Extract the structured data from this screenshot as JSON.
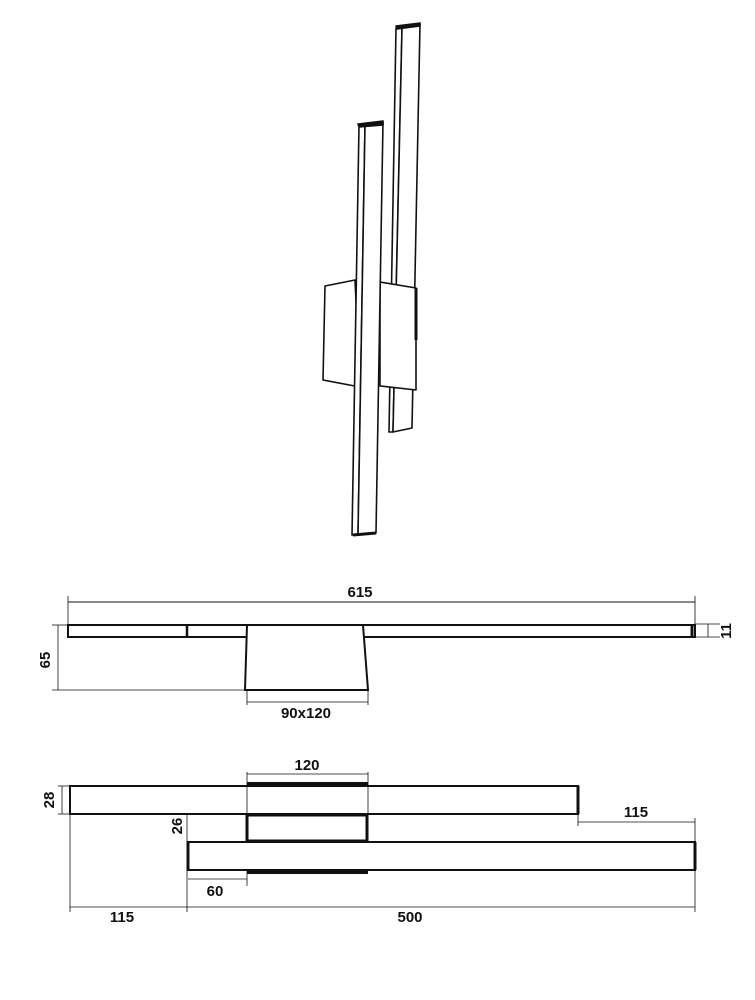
{
  "colors": {
    "line": "#111111",
    "background": "#ffffff"
  },
  "side_view": {
    "overall_length": "615",
    "height": "65",
    "bar_thickness": "11",
    "base_size": "90x120"
  },
  "top_view": {
    "base_width": "120",
    "bar_width": "28",
    "gap": "26",
    "right_offset": "115",
    "base_offset": "60",
    "left_offset": "115",
    "bar_length": "500"
  }
}
